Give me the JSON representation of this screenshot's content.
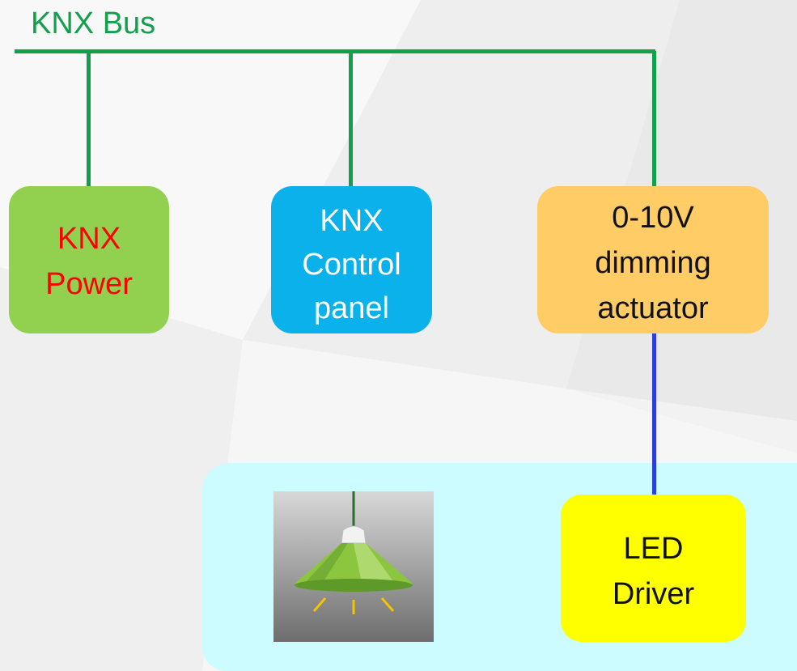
{
  "diagram": {
    "bus_label": "KNX Bus",
    "nodes": {
      "power": {
        "label": "KNX\nPower"
      },
      "control_panel": {
        "label": "KNX\nControl\npanel"
      },
      "dimming_actuator": {
        "label": "0-10V\ndimming\nactuator"
      },
      "led_driver": {
        "label": "LED\nDriver"
      }
    },
    "icons": {
      "lamp": "pendant-lamp-icon"
    }
  },
  "colors": {
    "bus_line": "#12a04d",
    "bus_label": "#12a04d",
    "control_link": "#2b3fe0",
    "power_fill": "#92d050",
    "power_text": "#ff0000",
    "panel_fill": "#0bb1ea",
    "panel_text": "#ffffff",
    "dimmer_fill": "#ffcc66",
    "dimmer_text": "#111111",
    "led_fill": "#ffff00",
    "led_text": "#111111",
    "fixture_group_fill": "#ccfcff"
  }
}
